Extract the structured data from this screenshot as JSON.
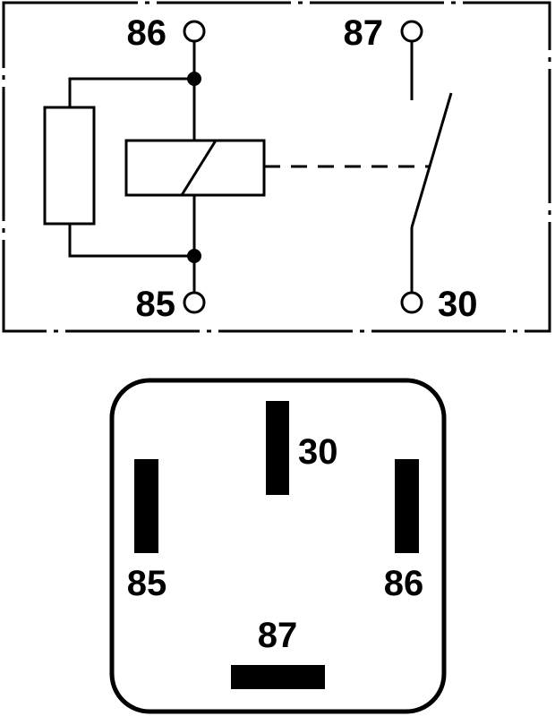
{
  "schematic": {
    "terminals": {
      "t86": "86",
      "t87": "87",
      "t85": "85",
      "t30": "30"
    }
  },
  "pinout": {
    "pins": {
      "p30": "30",
      "p85": "85",
      "p86": "86",
      "p87": "87"
    }
  },
  "colors": {
    "ink": "#000000",
    "background": "#ffffff"
  }
}
